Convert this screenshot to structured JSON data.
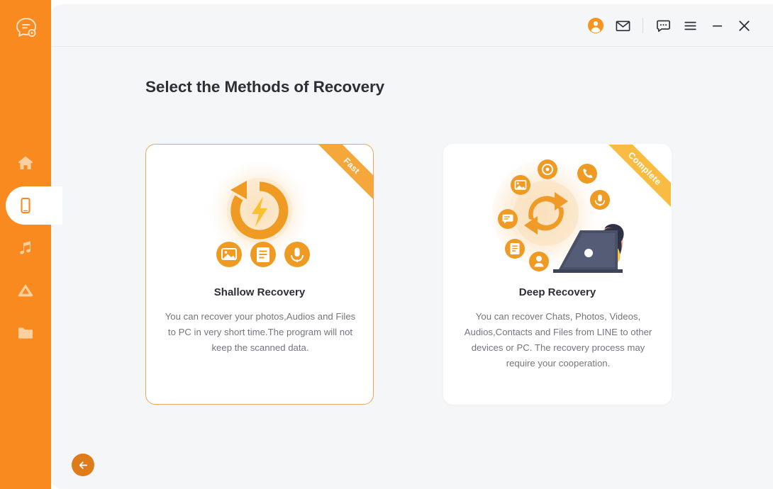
{
  "app": {
    "logo_icon": "chat-bubble-logo-icon",
    "accent_color": "#F98A20",
    "sidebar_color": "#F98A20",
    "panel_background": "#F5F6F8",
    "card_selected_border": "#E8A760",
    "ribbon_fast_color": "#F5A73C",
    "ribbon_complete_color": "#F8BC42",
    "back_button_color": "#DE7B1B"
  },
  "sidebar": {
    "items": [
      {
        "name": "home",
        "icon": "home-icon",
        "active": false
      },
      {
        "name": "device",
        "icon": "phone-device-icon",
        "active": true
      },
      {
        "name": "music",
        "icon": "music-note-icon",
        "active": false
      },
      {
        "name": "cloud",
        "icon": "cloud-drive-icon",
        "active": false
      },
      {
        "name": "files",
        "icon": "folder-icon",
        "active": false
      }
    ]
  },
  "titlebar": {
    "controls": [
      {
        "name": "account",
        "icon": "user-avatar-icon"
      },
      {
        "name": "mail",
        "icon": "envelope-icon"
      },
      {
        "name": "feedback",
        "icon": "chat-bubble-icon"
      },
      {
        "name": "menu",
        "icon": "hamburger-menu-icon"
      },
      {
        "name": "minimize",
        "icon": "minimize-icon"
      },
      {
        "name": "close",
        "icon": "close-icon"
      }
    ]
  },
  "main": {
    "page_title": "Select the Methods of Recovery",
    "cards": [
      {
        "id": "shallow",
        "ribbon": "Fast",
        "title": "Shallow Recovery",
        "description": "You can recover your photos,Audios and Files to PC in very short time.The program will not keep the scanned data.",
        "selected": true,
        "art_icon": "restore-lightning-icon",
        "art_sub_icons": [
          "image-icon",
          "document-icon",
          "microphone-icon"
        ]
      },
      {
        "id": "deep",
        "ribbon": "Complete",
        "title": "Deep Recovery",
        "description": "You can recover Chats, Photos, Videos, Audios,Contacts and Files from LINE to other devices or PC. The recovery process may require your cooperation.",
        "selected": false,
        "art_icon": "sync-arrows-icon",
        "art_sub_icons": [
          "video-icon",
          "phone-call-icon",
          "microphone-icon",
          "user-icon",
          "document-icon",
          "chat-icon",
          "image-icon"
        ],
        "art_scene": "woman-at-laptop-illustration"
      }
    ]
  },
  "footer": {
    "back_button_icon": "arrow-left-icon"
  }
}
